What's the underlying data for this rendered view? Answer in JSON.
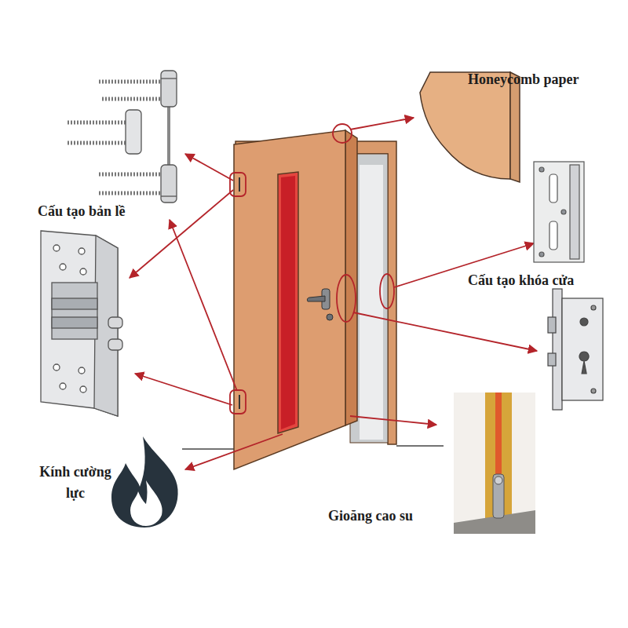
{
  "diagram": {
    "labels": [
      "Cấu tạo bản lề",
      "Honeycomb paper",
      "Cấu tạo khóa cửa",
      "Kính cường lực",
      "Gioăng cao su"
    ]
  }
}
